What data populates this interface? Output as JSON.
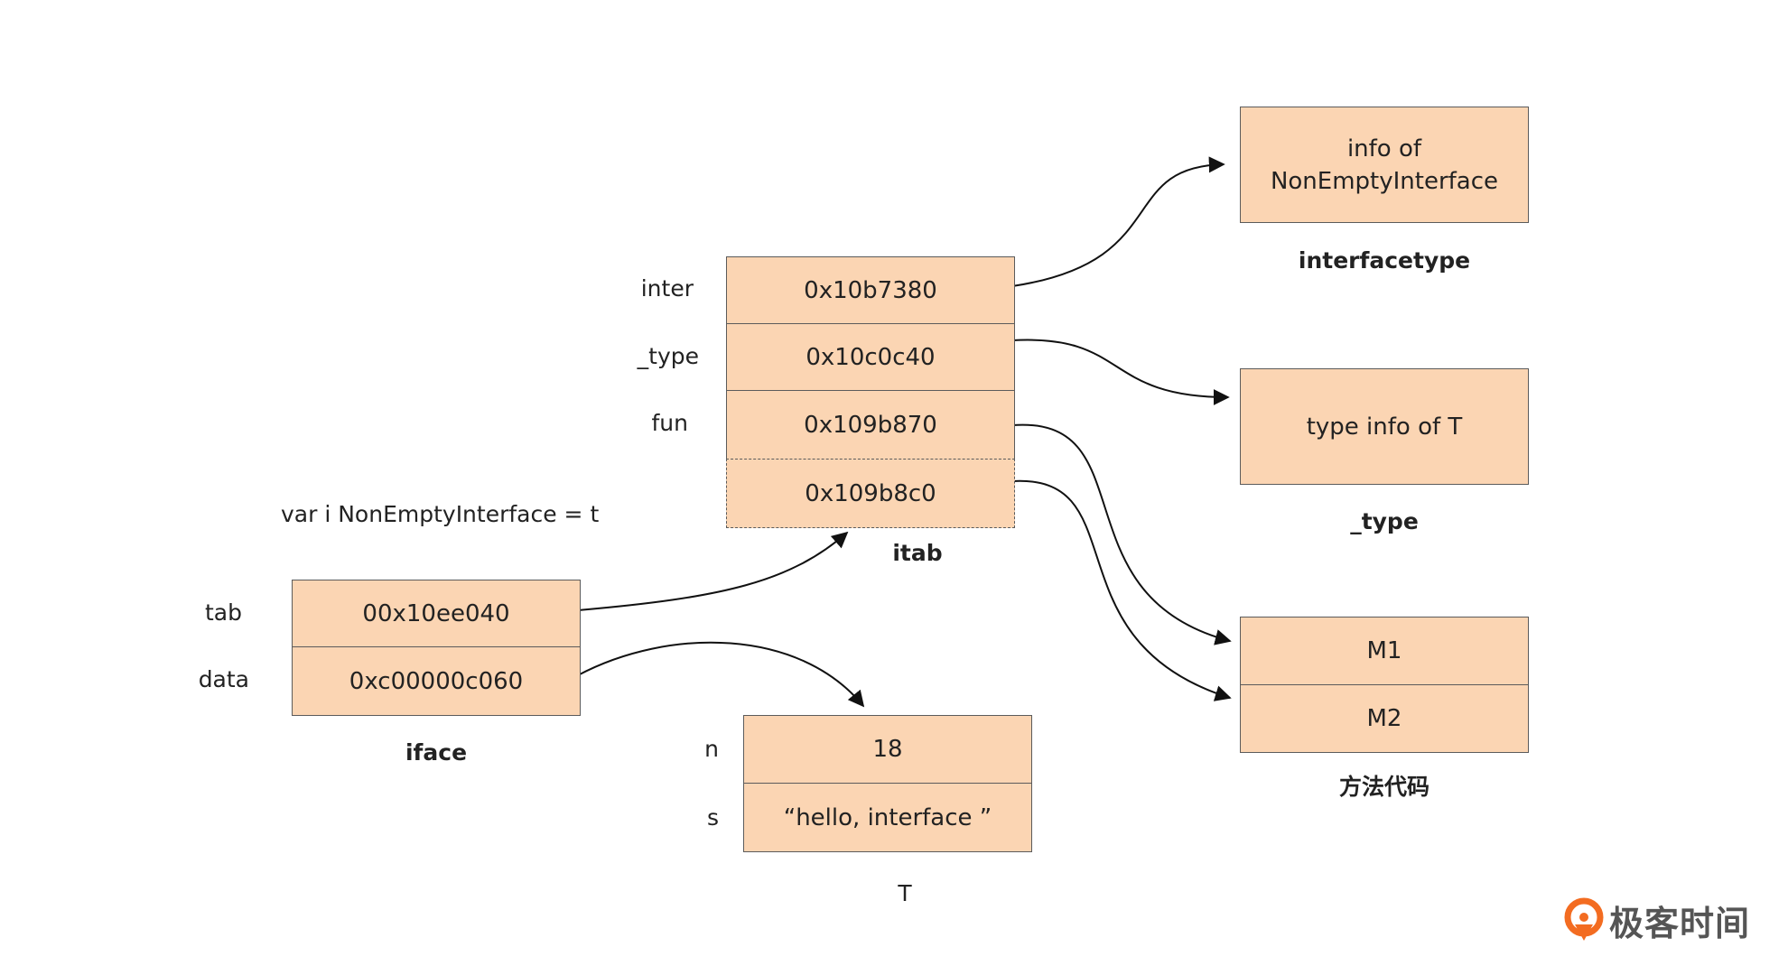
{
  "code_line": "var i NonEmptyInterface = t",
  "itab": {
    "caption": "itab",
    "rows": [
      {
        "label": "inter",
        "value": "0x10b7380"
      },
      {
        "label": "_type",
        "value": "0x10c0c40"
      },
      {
        "label": "fun",
        "value": "0x109b870"
      },
      {
        "label": "",
        "value": "0x109b8c0"
      }
    ]
  },
  "iface": {
    "caption": "iface",
    "rows": [
      {
        "label": "tab",
        "value": "00x10ee040"
      },
      {
        "label": "data",
        "value": "0xc00000c060"
      }
    ]
  },
  "t_struct": {
    "caption": "T",
    "rows": [
      {
        "label": "n",
        "value": "18"
      },
      {
        "label": "s",
        "value": "“hello, interface ”"
      }
    ]
  },
  "interfacetype": {
    "caption": "interfacetype",
    "line1": "info of",
    "line2": "NonEmptyInterface"
  },
  "type_box": {
    "caption": "_type",
    "text": "type info of T"
  },
  "methods": {
    "caption": "方法代码",
    "rows": [
      "M1",
      "M2"
    ]
  },
  "logo": {
    "text": "极客时间",
    "color": "#f36c21"
  },
  "colors": {
    "cell_fill": "#fbd5b3",
    "border": "#5b5b5b"
  }
}
